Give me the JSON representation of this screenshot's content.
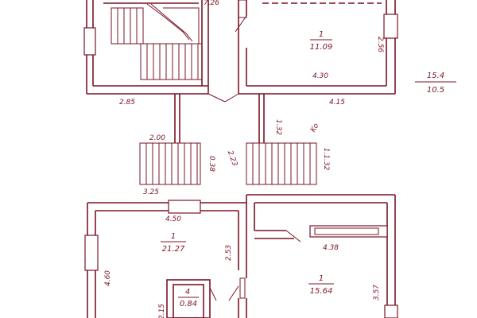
{
  "colors": {
    "ink": "#7a1424",
    "paper": "#ffffff"
  },
  "plan": {
    "top_partial_dim": "7.26",
    "room_top_right": {
      "number": "1",
      "area": "11.09"
    },
    "dim_top_right_height": "2.56",
    "dim_top_right_width": "4.30",
    "summary": {
      "numerator": "15.4",
      "denominator": "10.5"
    },
    "dim_bottom_left_outer": "2.85",
    "dim_bottom_right_outer": "4.15",
    "porch_left": {
      "width": "2.00",
      "depth": "0.38",
      "length": "3.25"
    },
    "porch_right": {
      "top": "1.32",
      "side_a": "2.23",
      "side_b": "1.1.32",
      "mark": "Ko"
    },
    "room_bottom_left": {
      "number": "1",
      "area": "21.27"
    },
    "dim_bottom_left_width": "4.50",
    "dim_bottom_left_height": "4.60",
    "dim_inner": "2.53",
    "room_small": {
      "number": "4",
      "area": "0.84"
    },
    "dim_small_side": "2.15",
    "room_bottom_right": {
      "number": "1",
      "area": "15.64"
    },
    "dim_bottom_right_width": "4.38",
    "dim_bottom_right_height": "3.57"
  }
}
